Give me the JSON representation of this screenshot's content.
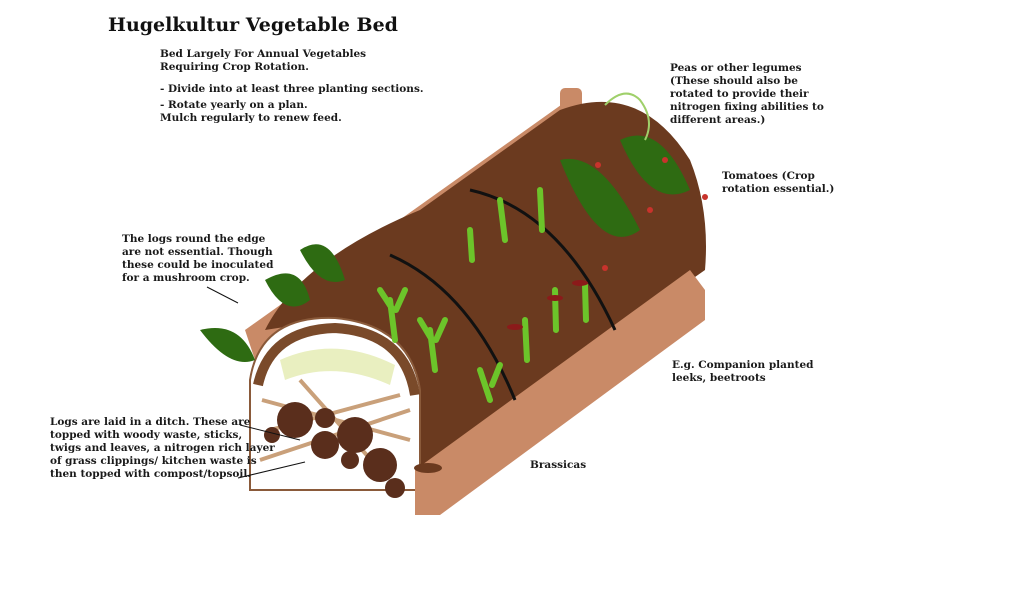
{
  "title": "Hugelkultur Vegetable Bed",
  "intro": {
    "heading": "Bed Largely For Annual Vegetables\nRequiring Crop Rotation.",
    "bullet1": "- Divide into at least three planting sections.",
    "bullet2": "- Rotate yearly on a plan.\n  Mulch regularly to renew feed."
  },
  "labels": {
    "peas": "Peas or other legumes\n(These should also be\nrotated to provide their\nnitrogen fixing abilities to\ndifferent areas.)",
    "tomatoes": "Tomatoes (Crop\nrotation essential.)",
    "logs_edge": "The logs round the edge\nare not essential. Though\nthese could be inoculated\nfor a mushroom crop.",
    "companion": "E.g. Companion planted\nleeks, beetroots",
    "brassicas": "Brassicas",
    "layers": "Logs are laid in a ditch. These are\ntopped with woody waste, sticks,\ntwigs and leaves, a nitrogen rich layer\nof grass clippings/ kitchen waste is\nthen topped with compost/topsoil."
  },
  "colors": {
    "soil": "#6b3a1f",
    "log": "#c98a67",
    "leaf_dark": "#2e6b12",
    "leaf_light": "#6cc42a",
    "fruit": "#c8332c"
  }
}
